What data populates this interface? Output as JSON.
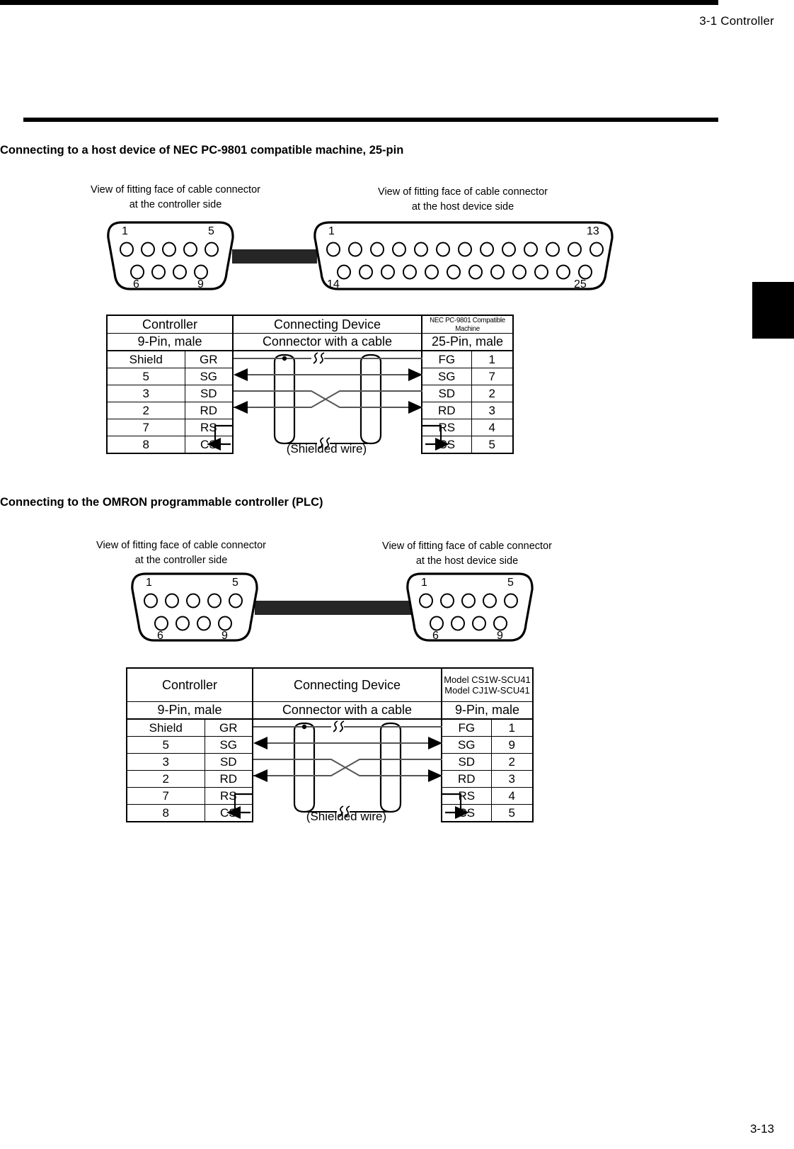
{
  "page": {
    "header_title": "3-1 Controller",
    "page_number": "3-13"
  },
  "sections": [
    {
      "heading": "Connecting to a host device of NEC PC-9801 compatible machine, 25-pin",
      "connector_left": {
        "caption_line1": "View of fitting face of cable connector",
        "caption_line2": "at the controller side",
        "type": "9-pin",
        "top_row_pins": 5,
        "bottom_row_pins": 4,
        "label_top_left": "1",
        "label_top_right": "5",
        "label_bottom_left": "6",
        "label_bottom_right": "9"
      },
      "connector_right": {
        "caption_line1": "View of fitting face of cable connector",
        "caption_line2": "at the host device side",
        "type": "25-pin",
        "top_row_pins": 13,
        "bottom_row_pins": 12,
        "label_top_left": "1",
        "label_top_right": "13",
        "label_bottom_left": "14",
        "label_bottom_right": "25"
      },
      "table": {
        "header_left": "Controller",
        "header_center": "Connecting Device",
        "header_right": "NEC PC-9801 Compatible Machine",
        "header_right_lines": [
          "NEC PC-9801 Compatible Machine"
        ],
        "subheader_left": "9-Pin, male",
        "subheader_center": "Connector with a cable",
        "subheader_right": "25-Pin, male",
        "rows": [
          {
            "left_pin": "Shield",
            "left_signal": "GR",
            "right_signal": "FG",
            "right_pin": "1"
          },
          {
            "left_pin": "5",
            "left_signal": "SG",
            "right_signal": "SG",
            "right_pin": "7"
          },
          {
            "left_pin": "3",
            "left_signal": "SD",
            "right_signal": "SD",
            "right_pin": "2"
          },
          {
            "left_pin": "2",
            "left_signal": "RD",
            "right_signal": "RD",
            "right_pin": "3"
          },
          {
            "left_pin": "7",
            "left_signal": "RS",
            "right_signal": "RS",
            "right_pin": "4"
          },
          {
            "left_pin": "8",
            "left_signal": "CS",
            "right_signal": "CS",
            "right_pin": "5"
          }
        ],
        "shield_note": "(Shielded wire)"
      }
    },
    {
      "heading": "Connecting to the OMRON programmable controller (PLC)",
      "connector_left": {
        "caption_line1": "View of fitting face of cable connector",
        "caption_line2": "at the controller side",
        "type": "9-pin",
        "top_row_pins": 5,
        "bottom_row_pins": 4,
        "label_top_left": "1",
        "label_top_right": "5",
        "label_bottom_left": "6",
        "label_bottom_right": "9"
      },
      "connector_right": {
        "caption_line1": "View of fitting face of cable connector",
        "caption_line2": "at the host device side",
        "type": "9-pin",
        "top_row_pins": 5,
        "bottom_row_pins": 4,
        "label_top_left": "1",
        "label_top_right": "5",
        "label_bottom_left": "6",
        "label_bottom_right": "9"
      },
      "table": {
        "header_left": "Controller",
        "header_center": "Connecting Device",
        "header_right": "Model CS1W-SCU41 Model CJ1W-SCU41",
        "header_right_lines": [
          "Model CS1W-SCU41",
          "Model CJ1W-SCU41"
        ],
        "subheader_left": "9-Pin, male",
        "subheader_center": "Connector with a cable",
        "subheader_right": "9-Pin, male",
        "rows": [
          {
            "left_pin": "Shield",
            "left_signal": "GR",
            "right_signal": "FG",
            "right_pin": "1"
          },
          {
            "left_pin": "5",
            "left_signal": "SG",
            "right_signal": "SG",
            "right_pin": "9"
          },
          {
            "left_pin": "3",
            "left_signal": "SD",
            "right_signal": "SD",
            "right_pin": "2"
          },
          {
            "left_pin": "2",
            "left_signal": "RD",
            "right_signal": "RD",
            "right_pin": "3"
          },
          {
            "left_pin": "7",
            "left_signal": "RS",
            "right_signal": "RS",
            "right_pin": "4"
          },
          {
            "left_pin": "8",
            "left_signal": "CS",
            "right_signal": "CS",
            "right_pin": "5"
          }
        ],
        "shield_note": "(Shielded wire)"
      }
    }
  ]
}
